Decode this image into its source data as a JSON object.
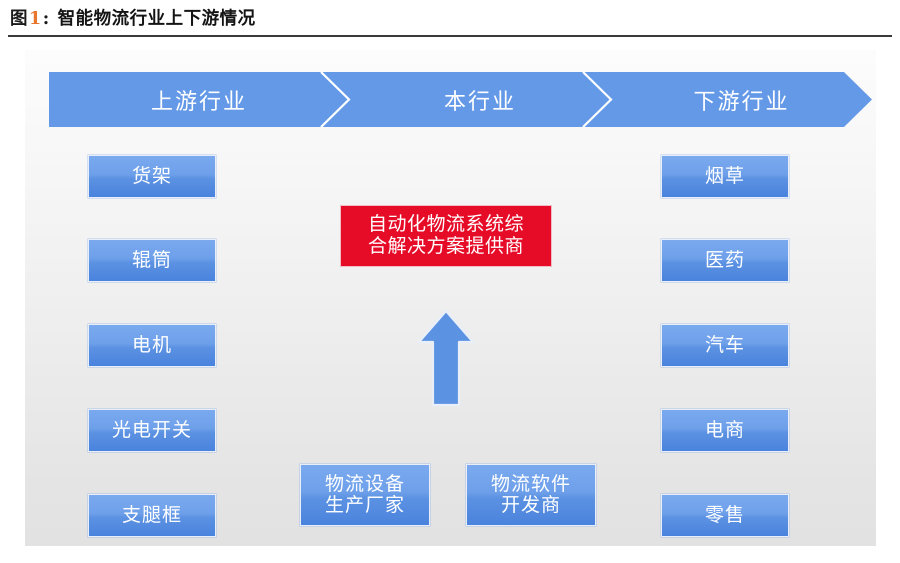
{
  "figure": {
    "label": "图",
    "number": "1",
    "colon": ":",
    "title": "智能物流行业上下游情况"
  },
  "colors": {
    "accent_orange": "#e8762c",
    "node_blue": "#5c92e2",
    "banner_blue": "#6499e8",
    "highlight_red": "#e60c28",
    "panel_bg": "#ededed",
    "rule": "#3a3a3a"
  },
  "banner": {
    "segments": [
      {
        "key": "upstream",
        "label": "上游行业"
      },
      {
        "key": "industry",
        "label": "本行业"
      },
      {
        "key": "downstream",
        "label": "下游行业"
      }
    ]
  },
  "upstream_nodes": [
    {
      "label": "货架"
    },
    {
      "label": "辊筒"
    },
    {
      "label": "电机"
    },
    {
      "label": "光电开关"
    },
    {
      "label": "支腿框"
    }
  ],
  "center": {
    "highlight": "自动化物流系统综\n合解决方案提供商",
    "arrow": "up-arrow",
    "supplier_nodes": [
      {
        "label": "物流设备\n生产厂家"
      },
      {
        "label": "物流软件\n开发商"
      }
    ]
  },
  "downstream_nodes": [
    {
      "label": "烟草"
    },
    {
      "label": "医药"
    },
    {
      "label": "汽车"
    },
    {
      "label": "电商"
    },
    {
      "label": "零售"
    }
  ]
}
